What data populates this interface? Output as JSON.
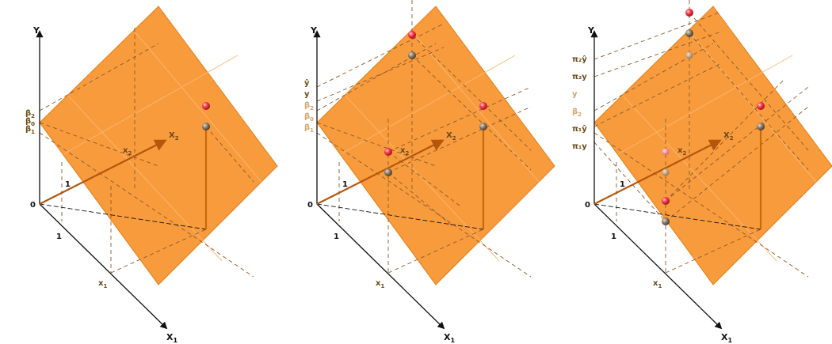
{
  "palette": {
    "plane": "#f7932d",
    "plane_edge": "#e07a10",
    "dash": "#8a5a2b",
    "faint_dash": "#d8a06a",
    "axis": "#111111",
    "point_red": "#e8263a",
    "point_grey": "#8b7a66",
    "stem": "#c96a0a"
  },
  "labels": {
    "y_axis": "Y",
    "x1_axis": "X",
    "x1_axis_sub": "1",
    "origin": "0",
    "one": "1",
    "x1_tick": "x",
    "x1_tick_sub": "1",
    "x2_tick": "x",
    "x2_tick_sub": "2",
    "x2_vector": "X",
    "x2_vector_sub": "2"
  },
  "panels": [
    {
      "id": "panel-1",
      "side_labels": [
        {
          "text": "β",
          "sub": "2",
          "faint": false
        },
        {
          "text": "β",
          "sub": "0",
          "faint": false
        },
        {
          "text": "β",
          "sub": "1",
          "faint": false
        }
      ]
    },
    {
      "id": "panel-2",
      "side_labels": [
        {
          "text": "ŷ",
          "sub": "",
          "faint": false
        },
        {
          "text": "y",
          "sub": "",
          "faint": false
        },
        {
          "text": "β",
          "sub": "2",
          "faint": true
        },
        {
          "text": "β",
          "sub": "0",
          "faint": true
        },
        {
          "text": "β",
          "sub": "1",
          "faint": true
        }
      ]
    },
    {
      "id": "panel-3",
      "side_labels": [
        {
          "text": "π₂ŷ",
          "sub": "",
          "faint": false
        },
        {
          "text": "π₂y",
          "sub": "",
          "faint": false
        },
        {
          "text": "y",
          "sub": "",
          "faint": true
        },
        {
          "text": "β",
          "sub": "2",
          "faint": true
        },
        {
          "text": "π₁ŷ",
          "sub": "",
          "faint": false
        },
        {
          "text": "π₁y",
          "sub": "",
          "faint": false
        }
      ]
    }
  ]
}
